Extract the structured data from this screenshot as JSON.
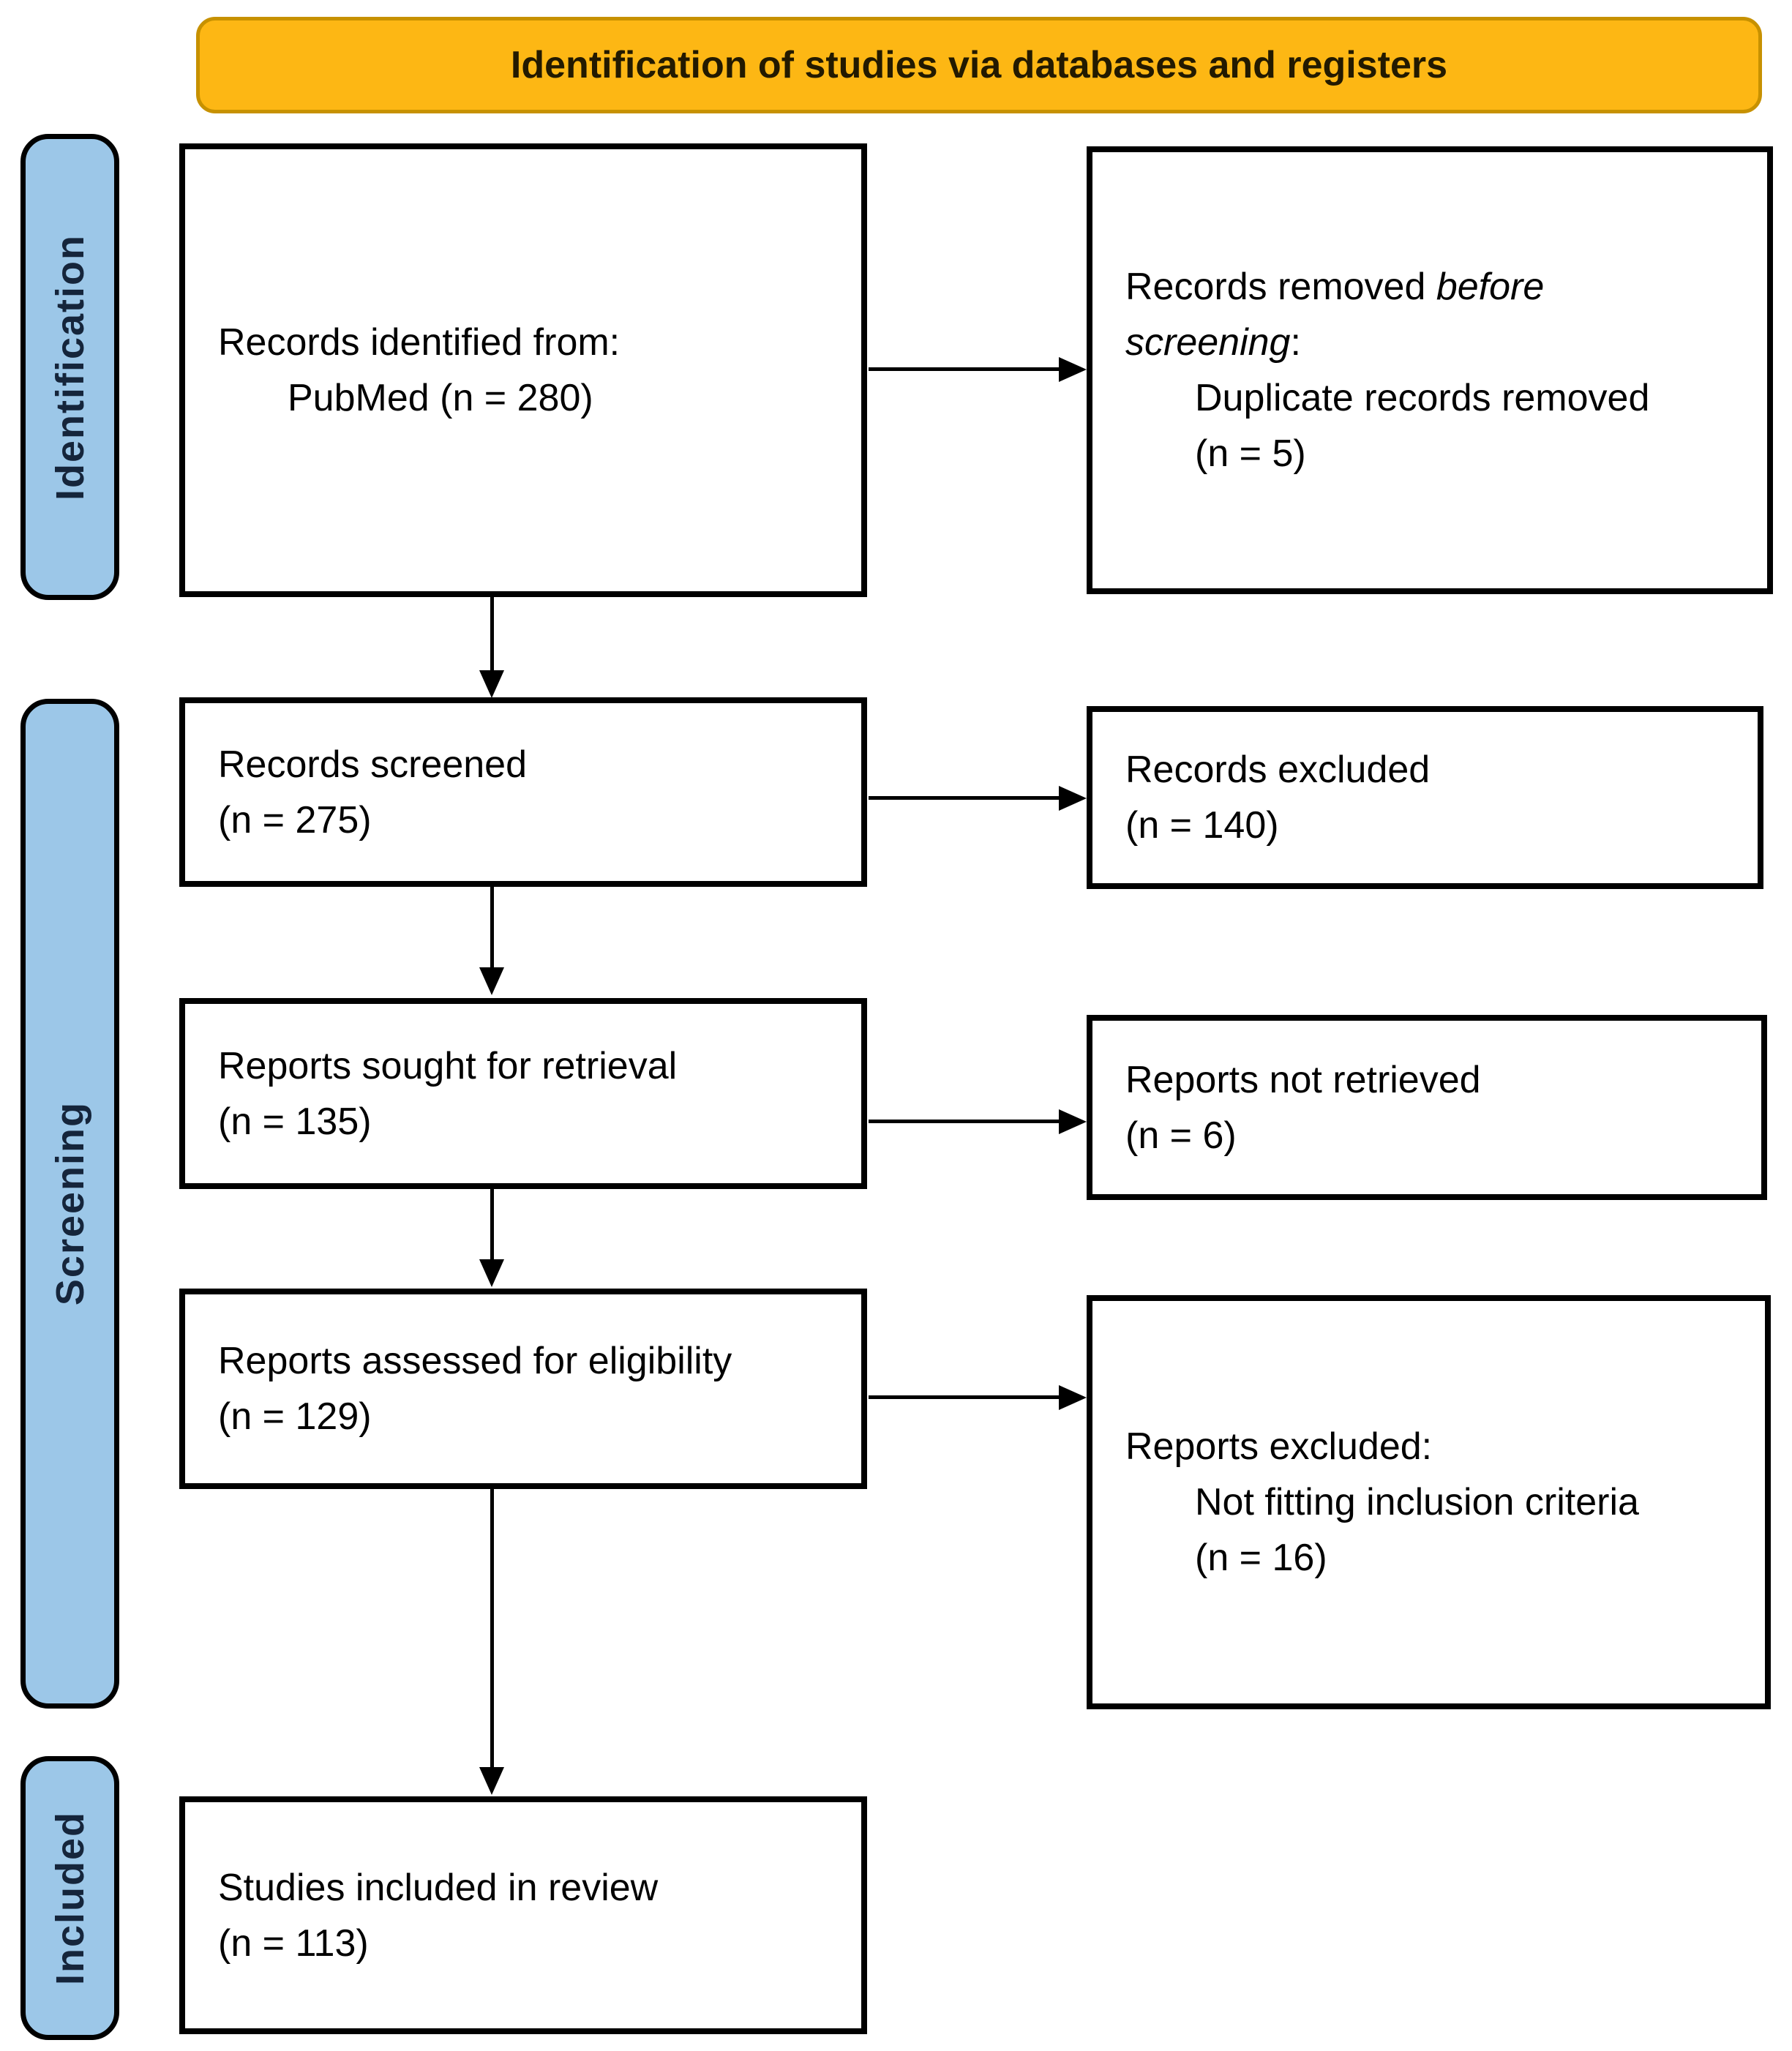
{
  "banner": {
    "label": "Identification of studies via databases and registers"
  },
  "stages": {
    "identification": "Identification",
    "screening": "Screening",
    "included": "Included"
  },
  "boxes": {
    "records_identified": {
      "line1": "Records identified from:",
      "line2": "PubMed (n = 280)"
    },
    "records_removed": {
      "line1_pre": "Records removed ",
      "line1_italic": "before screening",
      "line1_post": ":",
      "line2": "Duplicate records removed",
      "line3": "(n = 5)"
    },
    "records_screened": {
      "line1": "Records screened",
      "line2": "(n = 275)"
    },
    "records_excluded": {
      "line1": "Records excluded",
      "line2": "(n = 140)"
    },
    "reports_sought": {
      "line1": "Reports sought for retrieval",
      "line2": "(n = 135)"
    },
    "reports_not_retrieved": {
      "line1": "Reports not retrieved",
      "line2": "(n = 6)"
    },
    "reports_assessed": {
      "line1": "Reports assessed for eligibility",
      "line2": "(n = 129)"
    },
    "reports_excluded": {
      "line1": "Reports excluded:",
      "line2": "Not fitting inclusion criteria",
      "line3": "(n = 16)"
    },
    "studies_included": {
      "line1": "Studies included in review",
      "line2": "(n = 113)"
    }
  },
  "colors": {
    "banner_fill": "#FDB714",
    "banner_border": "#C79100",
    "banner_text": "#231A00",
    "stage_fill": "#9CC7E8",
    "stage_text": "#15253B",
    "box_border": "#000000",
    "line_color": "#000000"
  }
}
